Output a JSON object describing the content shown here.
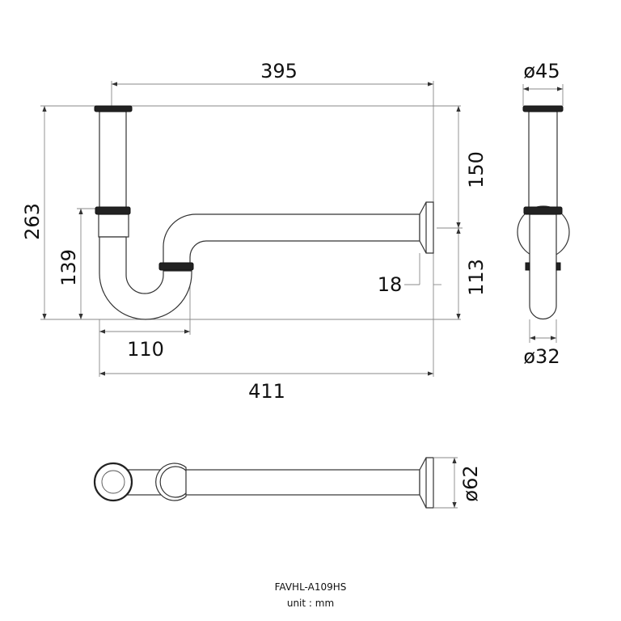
{
  "dimensions": {
    "width_top": "395",
    "height_total": "263",
    "height_lower": "139",
    "height_upper_right": "150",
    "height_lower_right": "113",
    "wall_offset": "18",
    "trap_width": "110",
    "total_length": "411",
    "side_top_diameter": "ø45",
    "side_pipe_diameter": "ø32",
    "flange_diameter": "ø62"
  },
  "footer": {
    "model": "FAVHL-A109HS",
    "unit": "unit : mm"
  }
}
